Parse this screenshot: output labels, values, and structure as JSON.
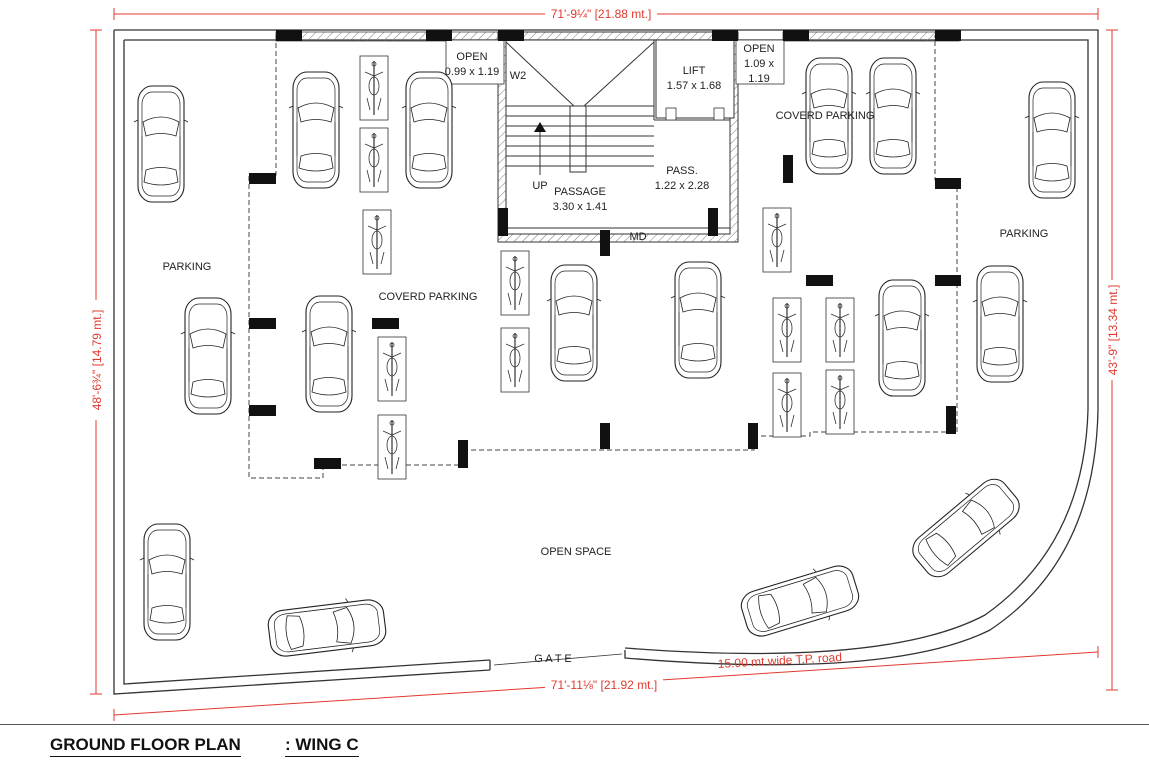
{
  "dimensions": {
    "top": "71'-9¼\" [21.88 mt.]",
    "bottom": "71'-11⅛\" [21.92 mt.]",
    "left": "48'-6¾\" [14.79 mt.]",
    "right": "43'-9\" [13.34 mt.]"
  },
  "labels": {
    "open_left_title": "OPEN",
    "open_left_size": "0.99 x 1.19",
    "w2": "W2",
    "lift_title": "LIFT",
    "lift_size": "1.57 x 1.68",
    "open_right_title": "OPEN",
    "open_right_size1": "1.09 x",
    "open_right_size2": "1.19",
    "coverd_parking_right": "COVERD PARKING",
    "coverd_parking_left": "COVERD PARKING",
    "parking_left": "PARKING",
    "parking_right": "PARKING",
    "up": "UP",
    "passage_title": "PASSAGE",
    "passage_size": "3.30 x 1.41",
    "pass_title": "PASS.",
    "pass_size": "1.22 x 2.28",
    "md": "MD",
    "open_space": "OPEN SPACE",
    "gate": "G A T E",
    "road": "15.00 mt wide T.P. road"
  },
  "title_block": {
    "title": "GROUND FLOOR PLAN",
    "subtitle": ": WING C"
  },
  "colors": {
    "dimension": "#e03a2f",
    "line": "#333333",
    "column": "#111111"
  }
}
